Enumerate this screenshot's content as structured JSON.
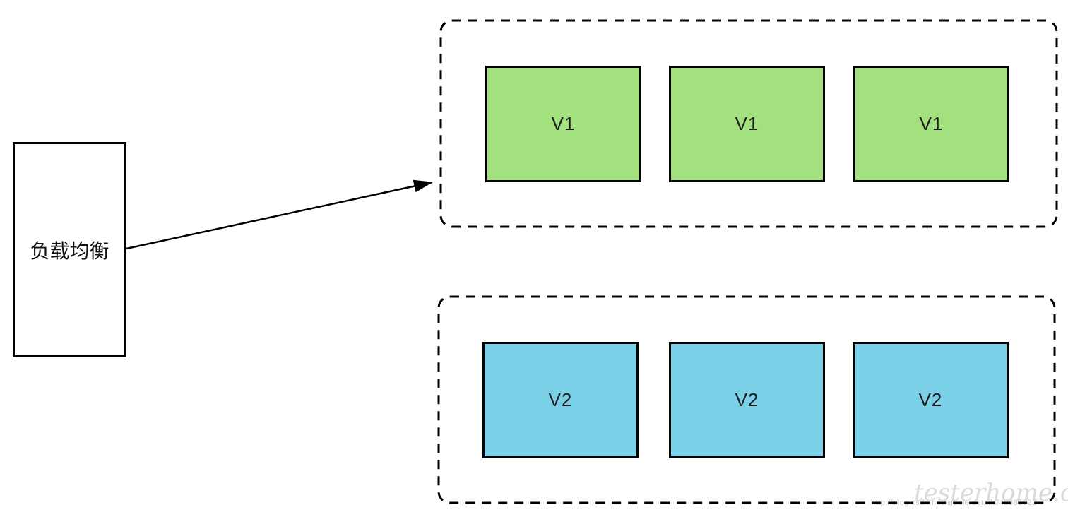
{
  "diagram": {
    "background_color": "#ffffff",
    "stroke_color": "#000000",
    "load_balancer": {
      "label": "负载均衡"
    },
    "arrow": {
      "description": "solid arrow from load balancer box to V1 group"
    },
    "v1_group": {
      "fill": "#a3e17e",
      "nodes": [
        {
          "label": "V1"
        },
        {
          "label": "V1"
        },
        {
          "label": "V1"
        }
      ]
    },
    "v2_group": {
      "fill": "#7bd2e8",
      "nodes": [
        {
          "label": "V2"
        },
        {
          "label": "V2"
        },
        {
          "label": "V2"
        }
      ]
    },
    "watermark": {
      "url_text": "http://blog.csdn.net/article/details/48985923",
      "script_text": "testerhome.com"
    }
  }
}
